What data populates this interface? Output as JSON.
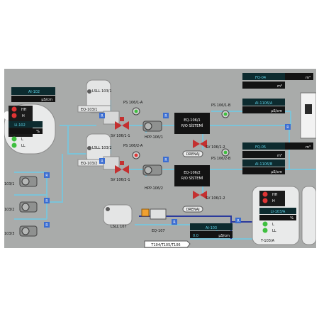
{
  "instruments": {
    "ai_102": {
      "tag": "AI-102",
      "unit": "µS/cm"
    },
    "li_102": {
      "tag": "LI-102",
      "unit": "%"
    },
    "fq_04": {
      "tag": "FQ-04",
      "unit_1": "m³",
      "unit_2": "m³"
    },
    "ai_1106a": {
      "tag": "AI-1106/A",
      "unit": "µS/cm"
    },
    "fq_05": {
      "tag": "FQ-05",
      "unit_1": "m³",
      "unit_2": "m³"
    },
    "ai_1106b": {
      "tag": "AI-1106/B",
      "unit": "µS/cm"
    },
    "ai_103": {
      "tag": "AI-103",
      "value": "0.0",
      "unit": "µS/cm"
    },
    "li_103a": {
      "tag": "LI-103/A",
      "unit": "%"
    }
  },
  "levels": {
    "hh": "HH",
    "h": "H",
    "l": "L",
    "ll": "LL"
  },
  "tags": {
    "eq_103_1": "EQ-103/1",
    "eq_103_2": "EQ-103/2",
    "lsll_103_1": "LSLL 103/1",
    "lsll_103_2": "LSLL 103/2",
    "lsll_107": "LSLL 107",
    "eq_107": "EQ-107",
    "ps_106_1a": "PS 106/1-A",
    "ps_106_1b": "PS 106/1-B",
    "ps_106_2a": "PS 106/2-A",
    "ps_106_2b": "PS 106/2-B",
    "sv_106_1_1": "SV 106/1-1",
    "sv_106_1_2": "SV 106/1-2",
    "sv_106_2_1": "SV 106/2-1",
    "sv_106_2_2": "SV 106/2-2",
    "hpp_106_1": "HPP-106/1",
    "hpp_106_2": "HPP-106/2",
    "drenaj_1": "DRENAJ",
    "drenaj_2": "DRENAJ",
    "pump_103_1": "103/1",
    "pump_103_2": "103/2",
    "pump_103_3": "103/3",
    "tank_103a": "T-103/A",
    "dest": "T104/T105/T106"
  },
  "ro_1": {
    "line1": "EQ-106/1",
    "line2": "R/O SİSTEMİ"
  },
  "ro_2": {
    "line1": "EQ-106/2",
    "line2": "R/O SİSTEMİ"
  },
  "marker": "R",
  "colors": {
    "panel": "#a9abaa",
    "pipe": "#7cc3d8",
    "pipe_dark": "#2b3a9c",
    "alarm_red": "#e03434",
    "ok_green": "#3fbf3f",
    "valve_red": "#c43030",
    "badge_blue": "#3b6dd1",
    "display_cyan": "#5fd3e8"
  }
}
